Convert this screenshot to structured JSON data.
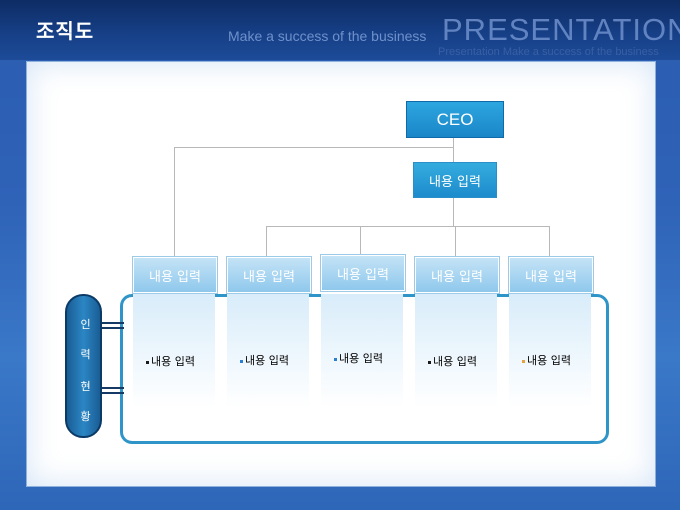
{
  "header": {
    "title": "조직도",
    "tagline": "Make a success of the business",
    "brand_word": "PRESENTATION",
    "ghost_text": "Presentation Make a success of the business"
  },
  "chart": {
    "ceo_label": "CEO",
    "mid_label": "내용 입력",
    "departments": [
      {
        "label": "내용 입력",
        "item": "내용 입력",
        "bullet_color": "#1a1a1a"
      },
      {
        "label": "내용 입력",
        "item": "내용 입력",
        "bullet_color": "#2b7fd0"
      },
      {
        "label": "내용 입력",
        "item": "내용 입력",
        "bullet_color": "#2b7fd0"
      },
      {
        "label": "내용 입력",
        "item": "내용 입력",
        "bullet_color": "#1a1a1a"
      },
      {
        "label": "내용 입력",
        "item": "내용 입력",
        "bullet_color": "#e6a23c"
      }
    ]
  },
  "side_label": {
    "chars": [
      "인",
      "력",
      "현",
      "황"
    ]
  },
  "colors": {
    "accent": "#1a86c8",
    "frame": "#2f94c8"
  }
}
